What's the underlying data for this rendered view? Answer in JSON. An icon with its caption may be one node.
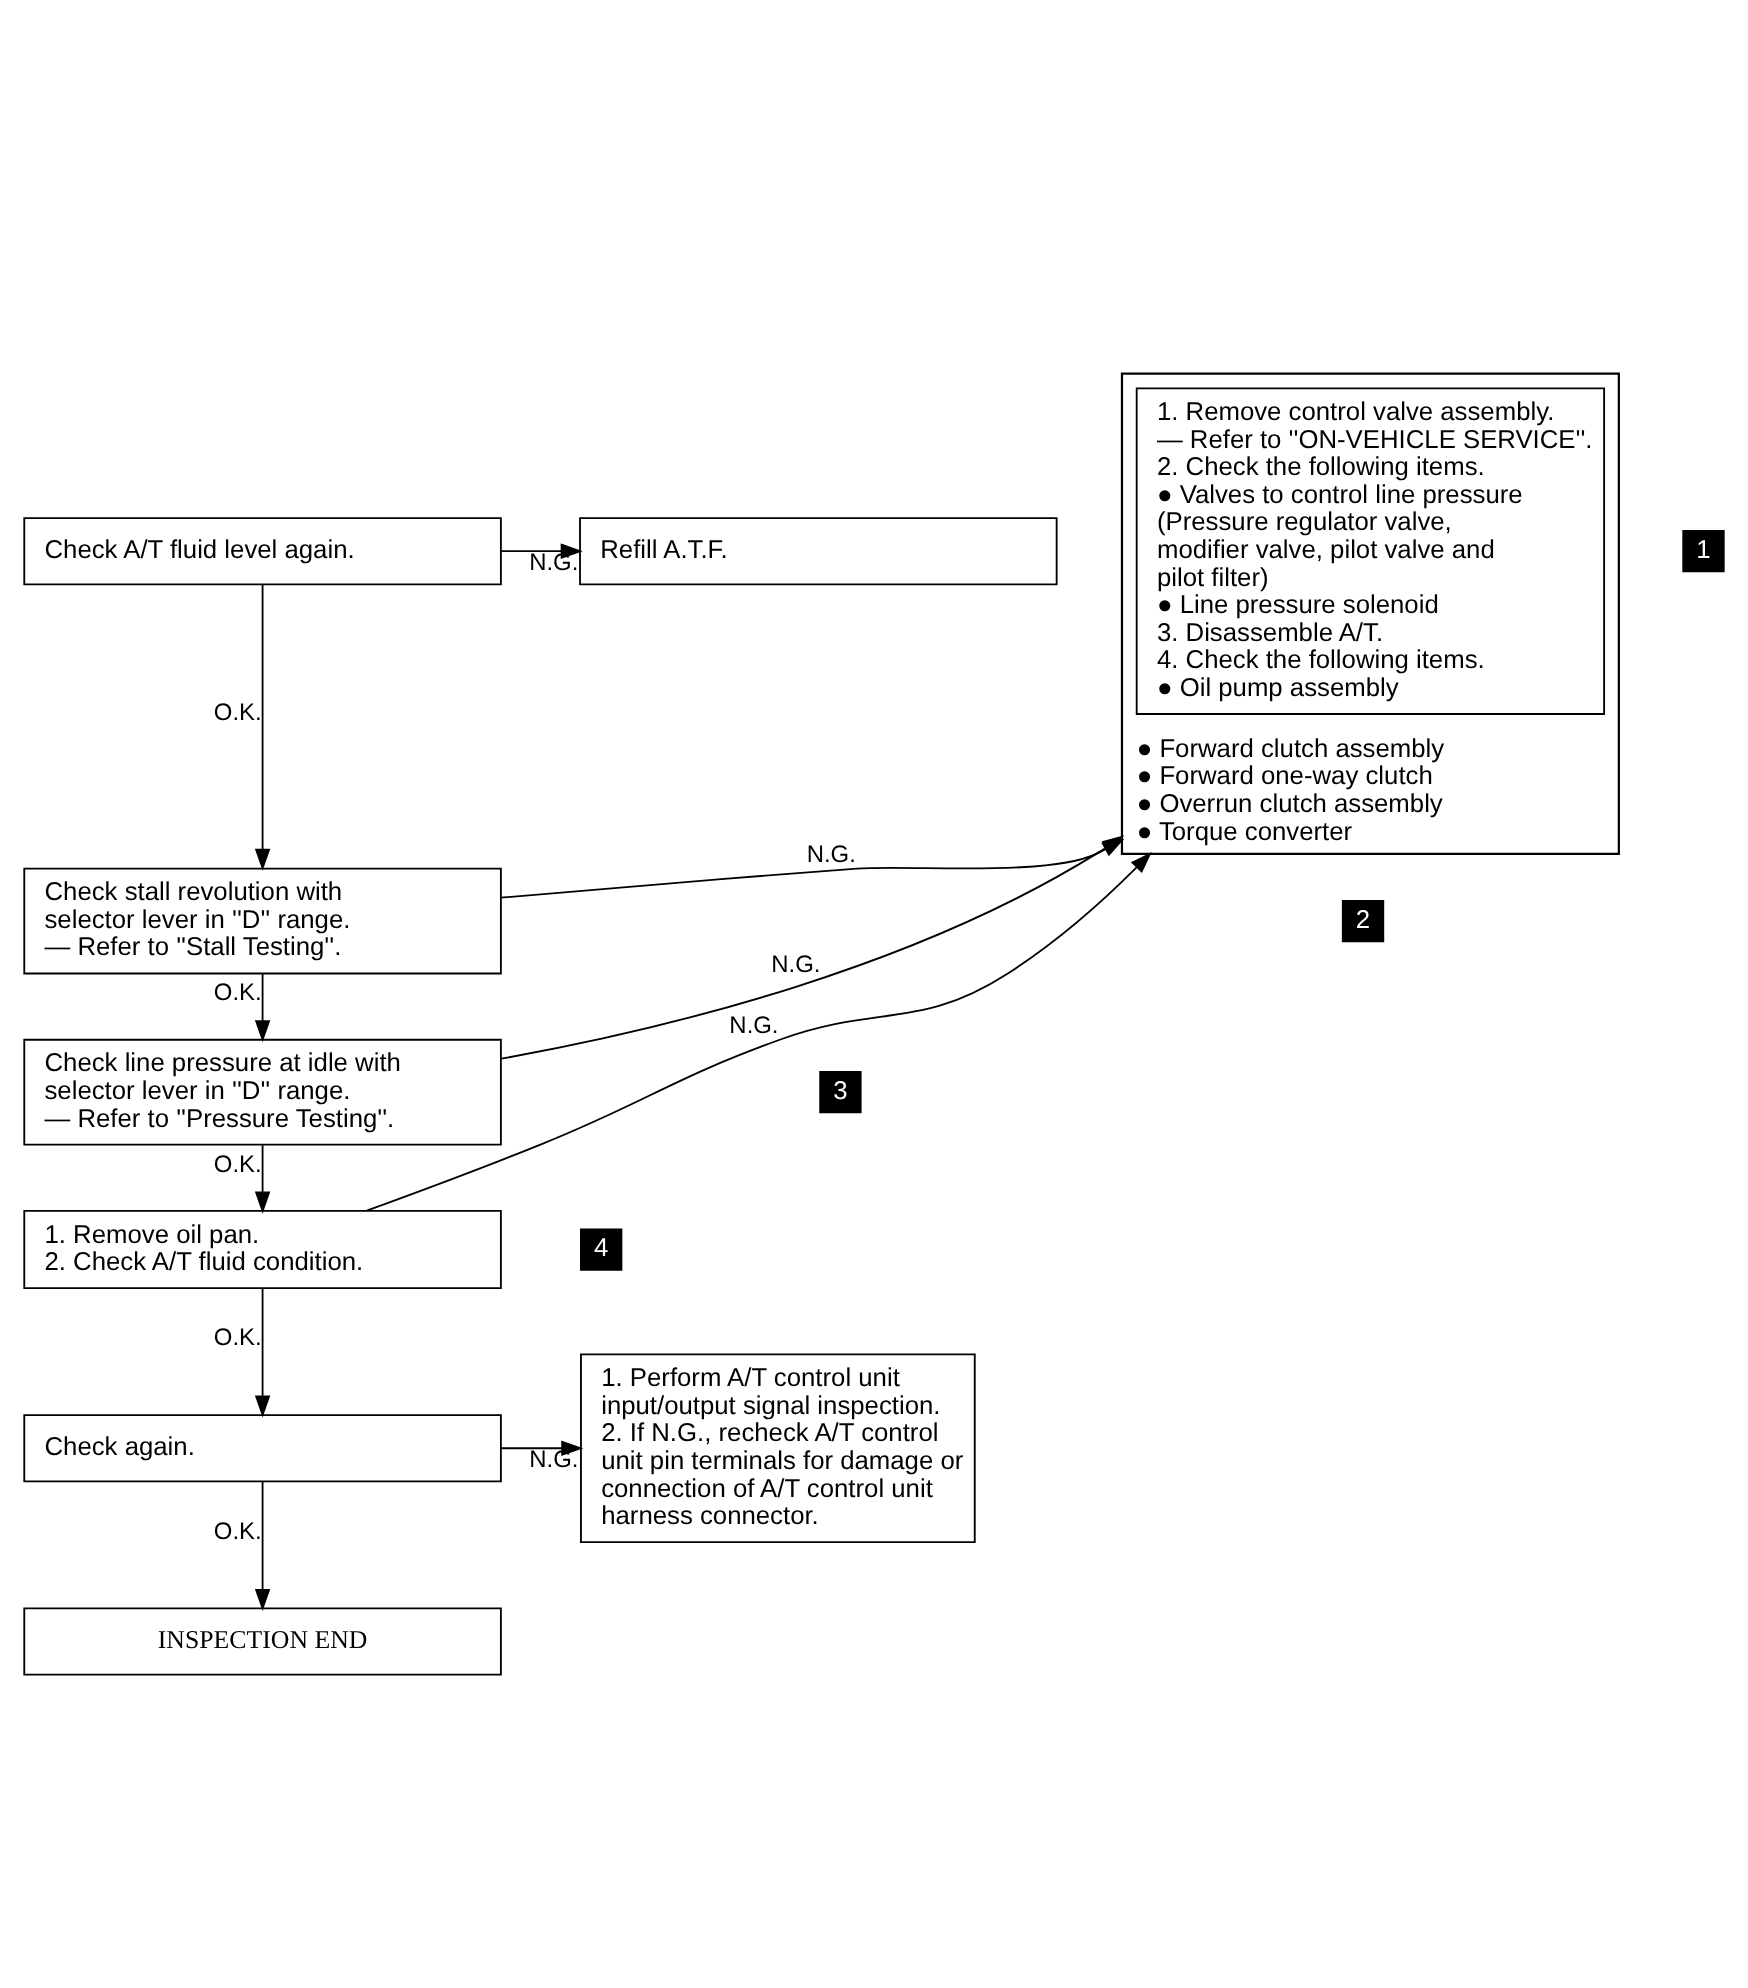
{
  "diagram": {
    "nodes": [
      {
        "text": [
          "Check A/T fluid level again."
        ]
      },
      {
        "text": [
          "Refill A.T.F."
        ]
      },
      {
        "text": [
          "Check stall revolution with selector lever in ''D'' range.",
          "— Refer to ''Stall Testing''."
        ]
      },
      {
        "text": [
          "Check line pressure at idle with selector lever in ''D'' range.",
          "— Refer to ''Pressure Testing''."
        ]
      },
      {
        "text": [
          "1. Remove oil pan.",
          "2. Check A/T fluid condition."
        ]
      },
      {
        "text": [
          "● Forward clutch assembly",
          "● Forward one-way clutch",
          "● Overrun clutch assembly",
          "● Torque converter"
        ]
      },
      {
        "text": [
          "1. Remove control valve assembly. — Refer to ''ON-VEHICLE SERVICE''.",
          "2. Check the following items.",
          "● Valves to control line pressure (Pressure regulator valve, modifier valve, pilot valve and pilot filter)",
          "● Line pressure solenoid",
          "3. Disassemble A/T.",
          "4. Check the following items.",
          "● Oil pump assembly"
        ],
        "in": 5
      },
      {
        "text": [
          "Check again."
        ]
      },
      {
        "text": [
          "INSPECTION END"
        ]
      },
      {
        "text": [
          "1. Perform A/T control unit input/output signal inspection.",
          "2. If N.G., recheck A/T control unit pin terminals for damage or connection of A/T control unit harness connector."
        ]
      }
    ],
    "edges": [
      {
        "from": 0,
        "to": 1,
        "arrow": "to",
        "label": "N.G."
      },
      {
        "from": 0,
        "to": 2,
        "arrow": "to",
        "label": "O.K."
      },
      {
        "from": 2,
        "to": 5,
        "arrow": "to",
        "label": "N.G."
      },
      {
        "from": 2,
        "to": 3,
        "arrow": "to",
        "label": "O.K."
      },
      {
        "from": 3,
        "to": 5,
        "arrow": "to",
        "label": "N.G."
      },
      {
        "from": 3,
        "to": 4,
        "arrow": "to",
        "label": "O.K."
      },
      {
        "from": 4,
        "to": 5,
        "arrow": "to",
        "label": "N.G."
      },
      {
        "from": 4,
        "to": 7,
        "arrow": "to",
        "label": "O.K."
      },
      {
        "from": 7,
        "to": 9,
        "arrow": "to",
        "label": "N.G."
      },
      {
        "from": 7,
        "to": 8,
        "arrow": "to",
        "label": "O.K."
      }
    ],
    "labels": [
      "1",
      "2",
      "3",
      "4"
    ]
  }
}
